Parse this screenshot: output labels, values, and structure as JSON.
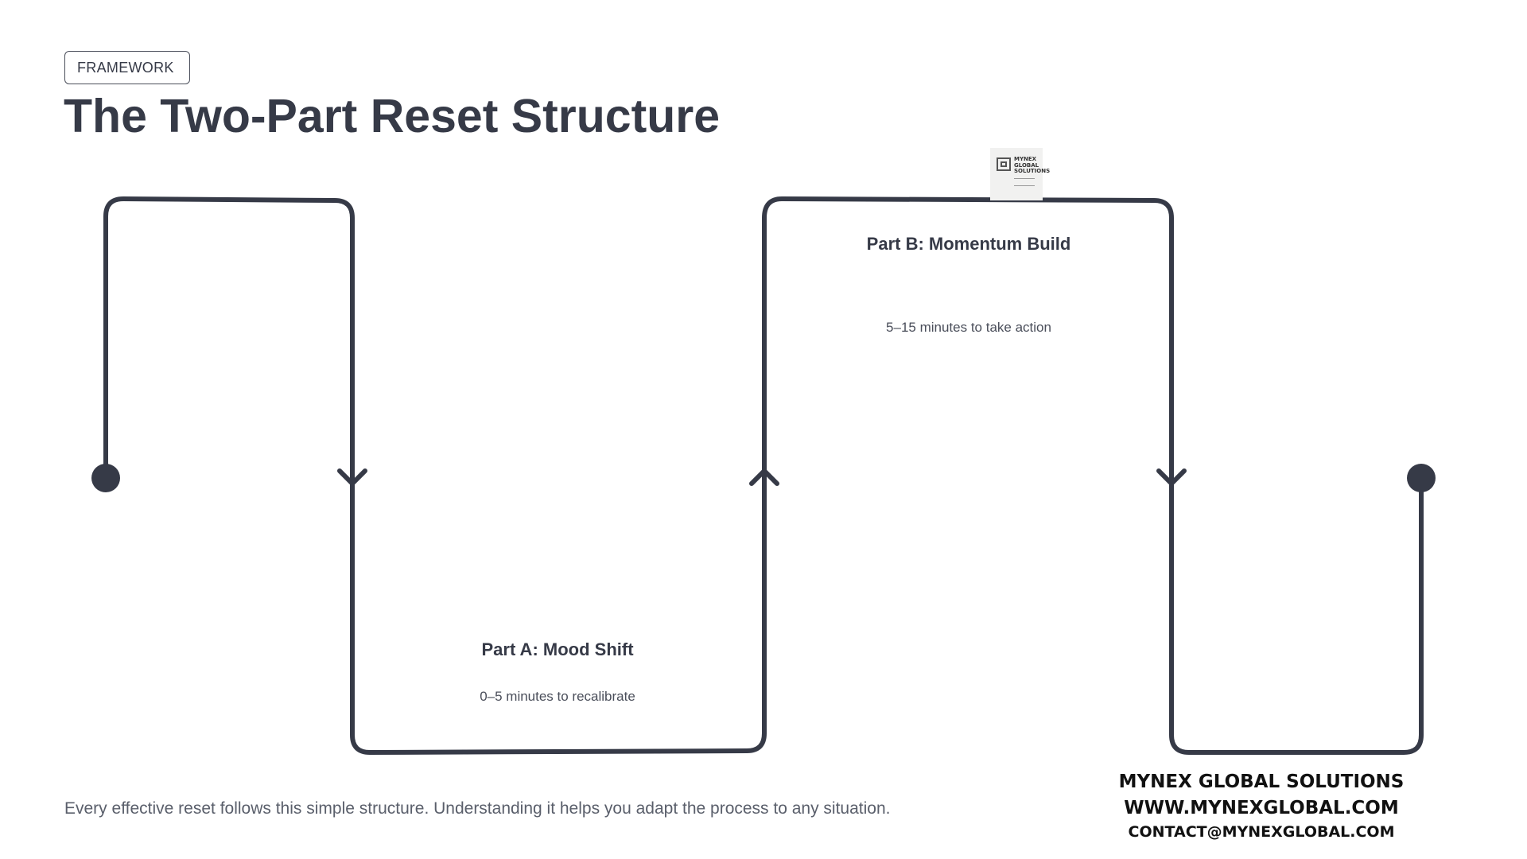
{
  "header": {
    "badge": "FRAMEWORK",
    "title": "The Two-Part Reset Structure"
  },
  "diagram": {
    "part_a": {
      "title": "Part A: Mood Shift",
      "subtitle": "0–5 minutes to recalibrate"
    },
    "part_b": {
      "title": "Part B: Momentum Build",
      "subtitle": "5–15 minutes to take action"
    },
    "line_color": "#363a47"
  },
  "logo": {
    "text": "MYNEX\nGLOBAL\nSOLUTIONS"
  },
  "footer": {
    "description": "Every effective reset follows this simple structure. Understanding it helps you adapt the process to any situation.",
    "company": "MYNEX GLOBAL SOLUTIONS",
    "website": "WWW.MYNEXGLOBAL.COM",
    "email": "CONTACT@MYNEXGLOBAL.COM"
  }
}
